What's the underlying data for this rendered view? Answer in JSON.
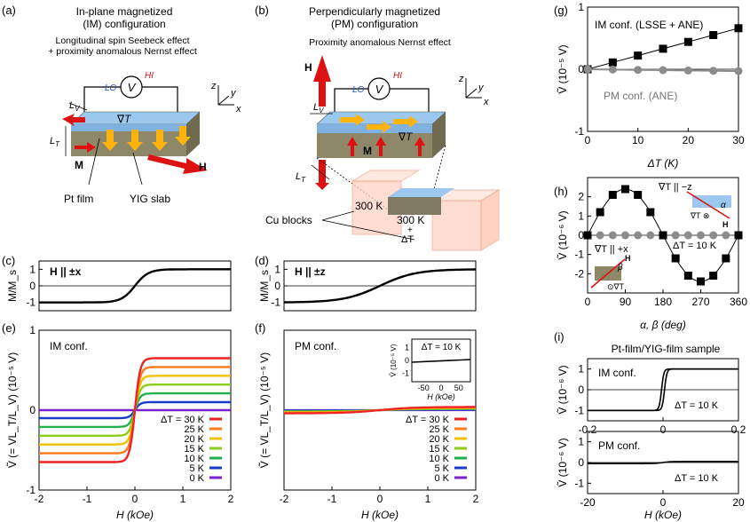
{
  "panels": {
    "a": {
      "label": "(a)",
      "title_line1": "In-plane magnetized",
      "title_line2": "(IM) configuration",
      "bracket_line1": "Longitudinal spin Seebeck effect",
      "bracket_line2": "+ proximity anomalous Nernst effect",
      "lo": "LO",
      "hi": "HI",
      "v": "V",
      "lv": "L",
      "lv_sub": "V",
      "lt": "L",
      "lt_sub": "T",
      "gradT": "∇T",
      "m": "M",
      "h": "H",
      "pt_film": "Pt film",
      "yig_slab": "YIG slab",
      "axis_x": "x",
      "axis_y": "y",
      "axis_z": "z"
    },
    "b": {
      "label": "(b)",
      "title_line1": "Perpendicularly magnetized",
      "title_line2": "(PM) configuration",
      "bracket_line1": "Proximity anomalous Nernst effect",
      "lo": "LO",
      "hi": "HI",
      "v": "V",
      "lv": "L",
      "lv_sub": "V",
      "lt": "L",
      "lt_sub": "T",
      "gradT": "∇T",
      "m": "M",
      "h": "H",
      "cu_blocks": "Cu blocks",
      "t300a": "300 K",
      "t300b": "300 K",
      "plus": "+",
      "dT": "ΔT",
      "axis_x": "x",
      "axis_y": "y",
      "axis_z": "z"
    },
    "c": {
      "label": "(c)",
      "field_label": "H || ±x",
      "ylabel": "M/M_s",
      "yticks": [
        "1",
        "0",
        "-1"
      ]
    },
    "d": {
      "label": "(d)",
      "field_label": "H || ±z",
      "ylabel": "M/M_s",
      "yticks": [
        "1",
        "0",
        "-1"
      ]
    },
    "e": {
      "label": "(e)",
      "conf": "IM conf.",
      "ylabel": "Ṽ (= VL_T/L_V) (10⁻⁵ V)",
      "xlabel": "H (kOe)",
      "yticks": [
        "1",
        "0",
        "-1"
      ],
      "xticks": [
        "-2",
        "-1",
        "0",
        "1",
        "2"
      ]
    },
    "f": {
      "label": "(f)",
      "conf": "PM conf.",
      "ylabel": "Ṽ (= VL_T/L_V) (10⁻⁵ V)",
      "xlabel": "H (kOe)",
      "xticks": [
        "-2",
        "-1",
        "0",
        "1",
        "2"
      ],
      "inset_label": "ΔT = 10 K",
      "inset_ylabel": "Ṽ (10⁻⁵ V)",
      "inset_xlabel": "H (kOe)",
      "inset_xticks": [
        "-50",
        "0",
        "50"
      ],
      "inset_yticks": [
        "1",
        "0",
        "-1"
      ]
    },
    "g": {
      "label": "(g)",
      "legend_im": "IM conf. (LSSE + ANE)",
      "legend_pm": "PM conf. (ANE)",
      "ylabel": "Ṽ (10⁻⁵ V)",
      "xlabel": "ΔT (K)",
      "yticks": [
        "1",
        "0",
        "-1"
      ],
      "xticks": [
        "0",
        "10",
        "20",
        "30"
      ]
    },
    "h": {
      "label": "(h)",
      "ylabel": "Ṽ (10⁻⁶ V)",
      "xlabel": "α, β (deg)",
      "yticks": [
        "2",
        "1",
        "0",
        "-1",
        "-2"
      ],
      "xticks": [
        "0",
        "90",
        "180",
        "270",
        "360"
      ],
      "ann_minus_z": "∇T || −z",
      "ann_plus_x": "∇T || +x",
      "dT_label": "ΔT = 10 K",
      "alpha": "α",
      "beta": "β",
      "gradT_in": "∇T ⊗",
      "gradT_dot": "⊙∇T",
      "h": "H"
    },
    "i": {
      "label": "(i)",
      "title": "Pt-film/YIG-film sample",
      "top_conf": "IM conf.",
      "bottom_conf": "PM conf.",
      "top_dT": "ΔT = 10 K",
      "bottom_dT": "ΔT = 10 K",
      "ylabel": "Ṽ (10⁻⁶ V)",
      "top_xticks": [
        "-0.2",
        "0",
        "0.2"
      ],
      "bottom_xticks": [
        "-20",
        "0",
        "20"
      ],
      "bottom_xlabel": "H (kOe)",
      "yticks": [
        "1",
        "0",
        "-1"
      ]
    }
  },
  "colors": {
    "series": [
      "#ee2222",
      "#ff7a1a",
      "#f2c200",
      "#8ccc1a",
      "#22b14c",
      "#1a3ccc",
      "#7a22cc"
    ],
    "pt_film": "#7fb2e0",
    "yig": "#8e8868",
    "arrow_red": "#dd1111",
    "arrow_yellow": "#ffb30f",
    "cu": "#ffd2c4",
    "gray_point": "#8c8c8c"
  },
  "chart_data": [
    {
      "panel": "c",
      "type": "line",
      "xlabel": "",
      "ylabel": "M/M_s",
      "xlim": [
        -2,
        2
      ],
      "ylim": [
        -1.5,
        1.5
      ],
      "series": [
        {
          "x": [
            -2,
            -0.8,
            -0.5,
            -0.3,
            -0.1,
            0,
            0.1,
            0.3,
            0.5,
            0.8,
            2
          ],
          "y": [
            -1,
            -0.98,
            -0.9,
            -0.7,
            -0.3,
            0,
            0.3,
            0.7,
            0.9,
            0.98,
            1
          ]
        }
      ]
    },
    {
      "panel": "d",
      "type": "line",
      "xlabel": "",
      "ylabel": "M/M_s",
      "xlim": [
        -2,
        2
      ],
      "ylim": [
        -1.5,
        1.5
      ],
      "series": [
        {
          "x": [
            -2,
            -1.3,
            -1,
            -0.5,
            0,
            0.5,
            1,
            1.3,
            2
          ],
          "y": [
            -1,
            -0.97,
            -0.85,
            -0.45,
            0,
            0.45,
            0.85,
            0.97,
            1
          ]
        }
      ]
    },
    {
      "panel": "e",
      "type": "line",
      "xlabel": "H (kOe)",
      "ylabel": "Ṽ (= VL_T/L_V) (10⁻⁵ V)",
      "xlim": [
        -2,
        2
      ],
      "ylim": [
        -1,
        1
      ],
      "series": [
        {
          "name": "ΔT = 30 K",
          "sat": 0.65
        },
        {
          "name": "25 K",
          "sat": 0.54
        },
        {
          "name": "20 K",
          "sat": 0.43
        },
        {
          "name": "15 K",
          "sat": 0.32
        },
        {
          "name": "10 K",
          "sat": 0.21
        },
        {
          "name": "5 K",
          "sat": 0.1
        },
        {
          "name": "0 K",
          "sat": 0.0
        }
      ]
    },
    {
      "panel": "f",
      "type": "line",
      "xlabel": "H (kOe)",
      "ylabel": "Ṽ (= VL_T/L_V) (10⁻⁵ V)",
      "xlim": [
        -2,
        2
      ],
      "ylim": [
        -1,
        1
      ],
      "series": [
        {
          "name": "ΔT = 30 K",
          "sat": 0.04
        },
        {
          "name": "25 K",
          "sat": 0.033
        },
        {
          "name": "20 K",
          "sat": 0.027
        },
        {
          "name": "15 K",
          "sat": 0.02
        },
        {
          "name": "10 K",
          "sat": 0.013
        },
        {
          "name": "5 K",
          "sat": 0.007
        },
        {
          "name": "0 K",
          "sat": 0.0
        }
      ]
    },
    {
      "panel": "g",
      "type": "scatter",
      "xlabel": "ΔT (K)",
      "ylabel": "Ṽ (10⁻⁵ V)",
      "xlim": [
        0,
        30
      ],
      "ylim": [
        -1,
        1
      ],
      "series": [
        {
          "name": "IM conf. (LSSE + ANE)",
          "x": [
            0,
            5,
            10,
            15,
            20,
            25,
            30
          ],
          "y": [
            0.0,
            0.11,
            0.22,
            0.33,
            0.44,
            0.55,
            0.66
          ]
        },
        {
          "name": "PM conf. (ANE)",
          "x": [
            0,
            5,
            10,
            15,
            20,
            25,
            30
          ],
          "y": [
            0.0,
            -0.005,
            -0.01,
            -0.015,
            -0.02,
            -0.025,
            -0.03
          ]
        }
      ]
    },
    {
      "panel": "h",
      "type": "scatter",
      "xlabel": "α, β (deg)",
      "ylabel": "Ṽ (10⁻⁶ V)",
      "xlim": [
        0,
        360
      ],
      "ylim": [
        -3,
        3
      ],
      "series": [
        {
          "name": "∇T || −z",
          "x": [
            0,
            30,
            60,
            90,
            120,
            150,
            180,
            210,
            240,
            270,
            300,
            330,
            360
          ],
          "y": [
            0.0,
            1.2,
            2.1,
            2.4,
            2.1,
            1.2,
            0.0,
            -1.2,
            -2.1,
            -2.4,
            -2.1,
            -1.2,
            0.0
          ]
        },
        {
          "name": "∇T || +x",
          "x": [
            0,
            30,
            60,
            90,
            120,
            150,
            180,
            210,
            240,
            270,
            300,
            330,
            360
          ],
          "y": [
            0.0,
            0.0,
            0.0,
            0.0,
            0.0,
            0.0,
            0.0,
            0.0,
            0.0,
            0.0,
            0.0,
            0.0,
            0.0
          ]
        }
      ]
    },
    {
      "panel": "i-top",
      "type": "line",
      "xlabel": "",
      "ylabel": "Ṽ (10⁻⁶ V)",
      "xlim": [
        -0.2,
        0.2
      ],
      "ylim": [
        -1.5,
        1.5
      ],
      "series": [
        {
          "name": "IM conf.",
          "sat": 1.0
        }
      ]
    },
    {
      "panel": "i-bottom",
      "type": "line",
      "xlabel": "H (kOe)",
      "ylabel": "Ṽ (10⁻⁶ V)",
      "xlim": [
        -20,
        20
      ],
      "ylim": [
        -1.5,
        1.5
      ],
      "series": [
        {
          "name": "PM conf.",
          "sat": 0.05
        }
      ]
    }
  ]
}
